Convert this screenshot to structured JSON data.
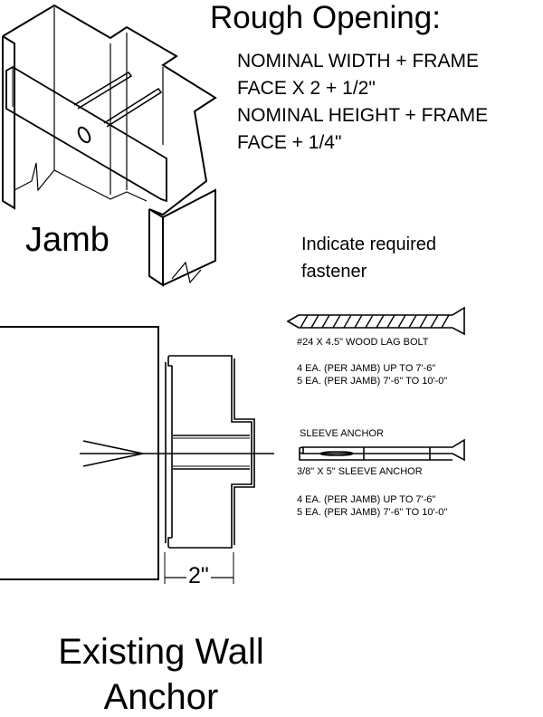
{
  "title": "Rough Opening:",
  "spec_lines": [
    "NOMINAL WIDTH + FRAME",
    "FACE X 2 + 1/2\"",
    "NOMINAL HEIGHT + FRAME",
    "FACE + 1/4\""
  ],
  "jamb_label": "Jamb",
  "instruction": [
    "Indicate required",
    "fastener"
  ],
  "fasteners": [
    {
      "label": "#24 X 4.5\" WOOD LAG BOLT",
      "qty": [
        "4 EA. (PER JAMB) UP TO 7'-6\"",
        "5 EA. (PER JAMB) 7'-6\" TO 10'-0\""
      ]
    },
    {
      "name": "SLEEVE ANCHOR",
      "label": "3/8\" X 5\" SLEEVE ANCHOR",
      "qty": [
        "4 EA. (PER JAMB) UP TO 7'-6\"",
        "5 EA. (PER JAMB) 7'-6\" TO 10'-0\""
      ]
    }
  ],
  "dimension": "2\"",
  "caption": [
    "Existing Wall",
    "Anchor"
  ]
}
